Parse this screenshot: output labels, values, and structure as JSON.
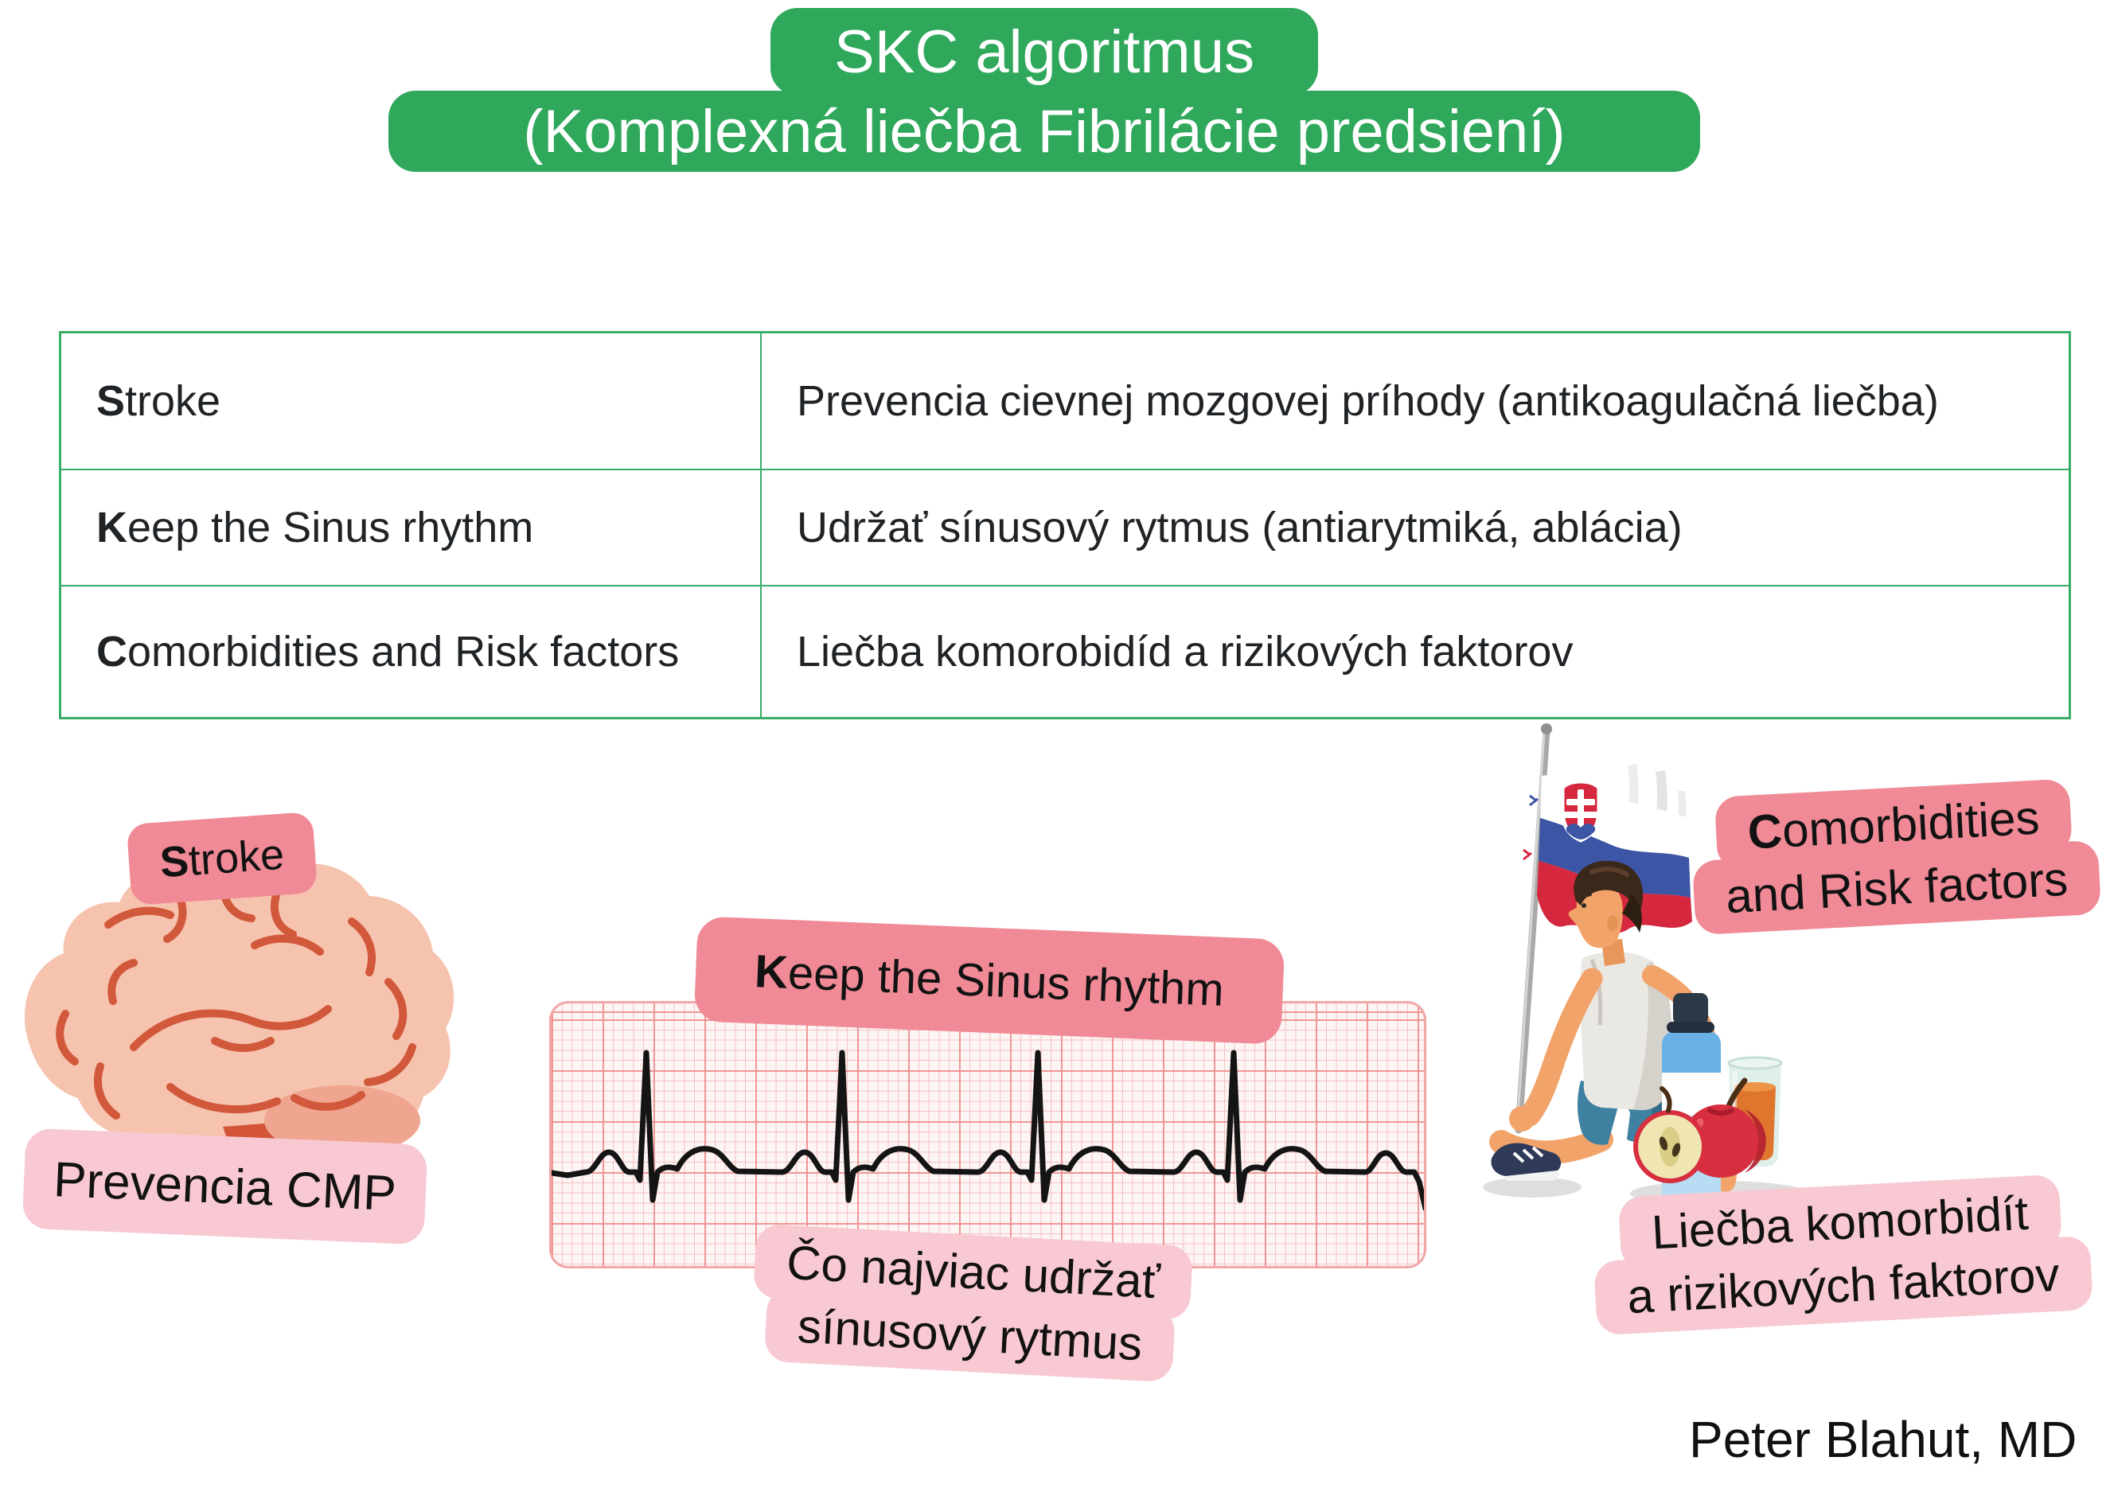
{
  "poster": {
    "title_line1": "SKC algoritmus",
    "title_line2": "(Komplexná liečba Fibrilácie predsiení)",
    "credit": "Peter Blahut, MD"
  },
  "table": {
    "rows": [
      {
        "term_lead": "S",
        "term_rest": "troke",
        "description": "Prevencia cievnej mozgovej príhody (antikoagulačná liečba)"
      },
      {
        "term_lead": "K",
        "term_rest": "eep the Sinus rhythm",
        "description": "Udržať sínusový rytmus (antiarytmiká, ablácia)"
      },
      {
        "term_lead": "C",
        "term_rest": "omorbidities and Risk factors",
        "description": "Liečba komorobidíd a rizikových faktorov"
      }
    ]
  },
  "stroke_section": {
    "badge_lead": "S",
    "badge_rest": "troke",
    "caption": "Prevencia CMP"
  },
  "sinus_section": {
    "badge_lead": "K",
    "badge_rest": "eep the Sinus rhythm",
    "caption_line1": "Čo najviac udržať",
    "caption_line2": "sínusový rytmus"
  },
  "comorbidity_section": {
    "badge_lead": "C",
    "badge_rest": "omorbidities",
    "badge_line2": "and Risk factors",
    "caption_line1": "Liečba komorbidít",
    "caption_line2": "a rizikových faktorov"
  },
  "illustrations": {
    "brain": "brain-illustration",
    "ecg": "sinus-rhythm-ecg-strip",
    "runner": "runner-with-slovak-flag-bottle-juice-apples"
  },
  "colors": {
    "accent_green": "#2FA85C",
    "table_border_green": "#3AAD68",
    "badge_pink_dark": "#EF8A96",
    "badge_pink_light": "#F8C9D2",
    "ecg_grid_major": "#EE8B8B",
    "ecg_grid_minor": "#F4B5B5",
    "ecg_trace": "#141414",
    "text_dark": "#202326",
    "title_text": "#FFFFFF"
  }
}
